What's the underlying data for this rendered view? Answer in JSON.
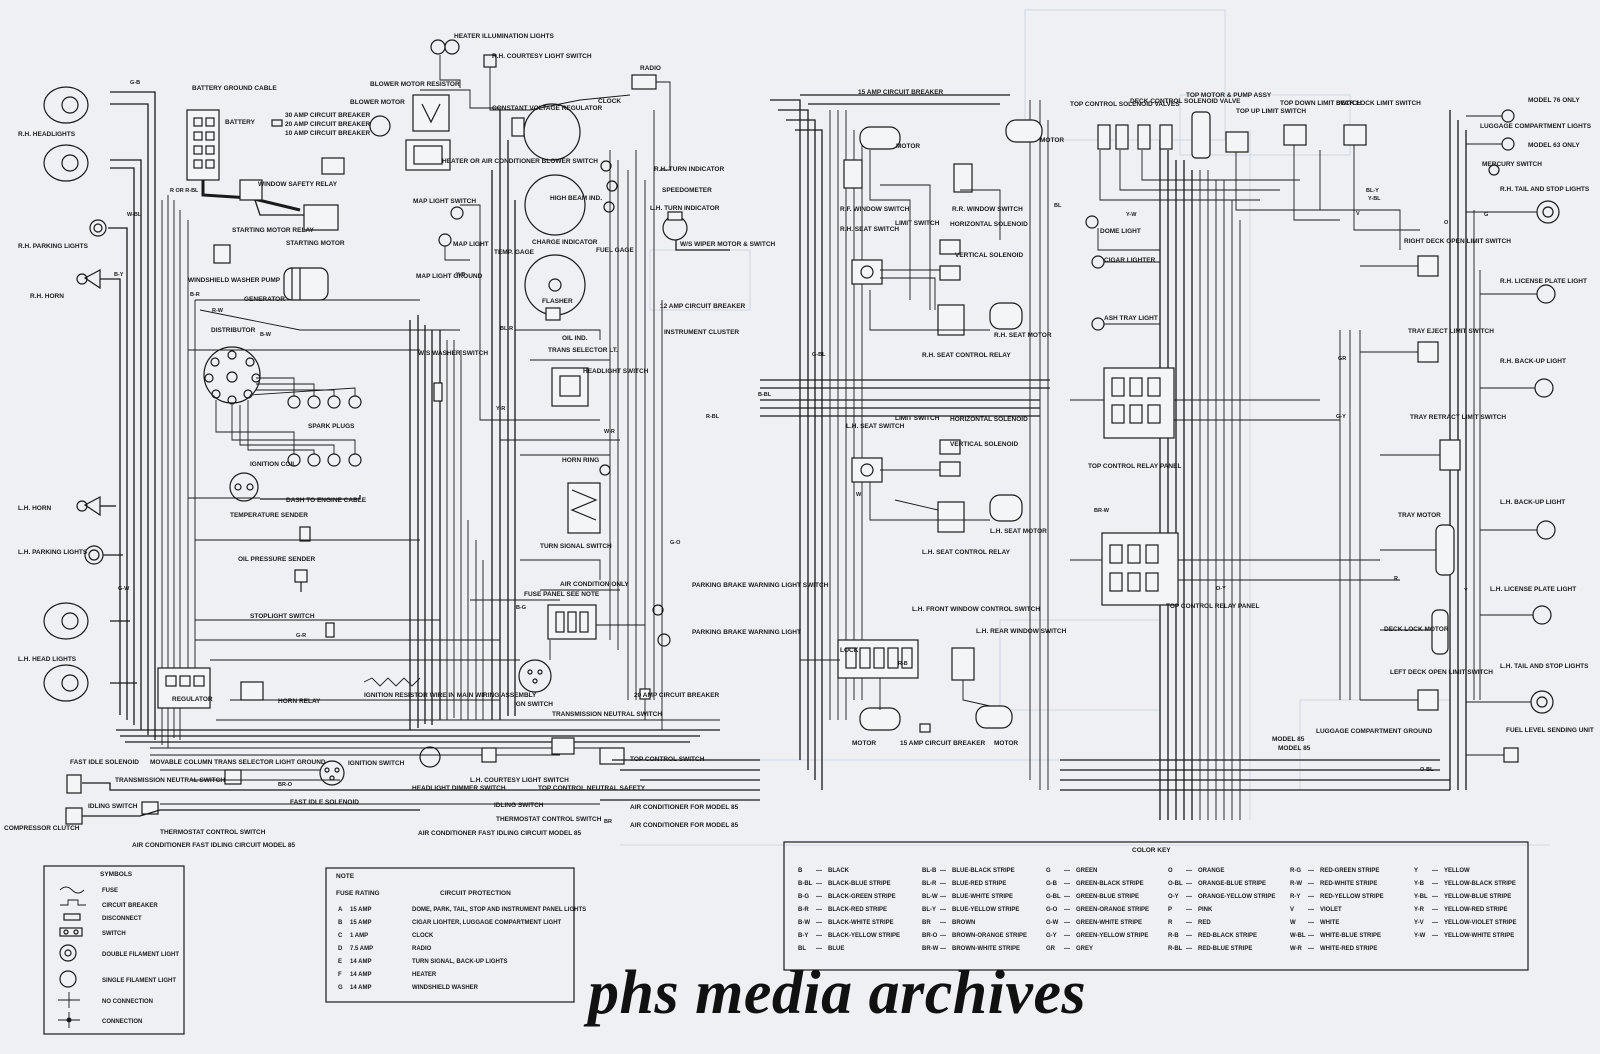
{
  "watermark": "phs media archives",
  "labels": {
    "heater_illum": "HEATER ILLUMINATION LIGHTS",
    "rh_courtesy": "R.H. COURTESY LIGHT SWITCH",
    "radio": "RADIO",
    "battery_ground": "BATTERY GROUND CABLE",
    "battery": "BATTERY",
    "blower_resistor": "BLOWER MOTOR RESISTOR",
    "blower_motor": "BLOWER MOTOR",
    "cb30": "30 AMP CIRCUIT BREAKER",
    "cb20": "20 AMP CIRCUIT BREAKER",
    "cb10": "10 AMP CIRCUIT BREAKER",
    "heater_ac_blower": "HEATER OR AIR CONDITIONER BLOWER SWITCH",
    "window_safety_relay": "WINDOW SAFETY RELAY",
    "starting_motor_relay": "STARTING MOTOR RELAY",
    "starting_motor": "STARTING MOTOR",
    "ws_washer_pump": "WINDSHIELD WASHER PUMP",
    "generator": "GENERATOR",
    "distributor": "DISTRIBUTOR",
    "spark_plugs": "SPARK PLUGS",
    "ignition_coil": "IGNITION COIL",
    "dash_engine": "DASH TO ENGINE CABLE",
    "temp_sender": "TEMPERATURE SENDER",
    "oil_sender": "OIL PRESSURE SENDER",
    "stoplight_switch": "STOPLIGHT SWITCH",
    "regulator": "REGULATOR",
    "horn_relay": "HORN RELAY",
    "ign_resistor": "IGNITION RESISTOR WIRE IN MAIN WIRING ASSEMBLY",
    "movable_column": "MOVABLE COLUMN TRANS SELECTOR LIGHT GROUND",
    "ignition_switch": "IGNITION SWITCH",
    "fast_idle_solenoid": "FAST IDLE SOLENOID",
    "trans_neutral_switch": "TRANSMISSION NEUTRAL SWITCH",
    "compressor_clutch": "COMPRESSOR CLUTCH",
    "idling_switch": "IDLING SWITCH",
    "thermostat_switch": "THERMOSTAT CONTROL SWITCH",
    "ac_fast_idle": "AIR CONDITIONER FAST IDLING CIRCUIT MODEL 85",
    "rh_headlights": "R.H. HEADLIGHTS",
    "rh_parking": "R.H. PARKING LIGHTS",
    "rh_horn": "R.H. HORN",
    "lh_horn": "L.H. HORN",
    "lh_parking": "L.H. PARKING LIGHTS",
    "lh_head": "L.H. HEAD LIGHTS",
    "constant_voltage": "CONSTANT VOLTAGE REGULATOR",
    "clock": "CLOCK",
    "rh_turn": "R.H. TURN INDICATOR",
    "speedometer": "SPEEDOMETER",
    "lh_turn": "L.H. TURN INDICATOR",
    "high_beam": "HIGH BEAM IND.",
    "charge_ind": "CHARGE INDICATOR",
    "temp_gage": "TEMP. GAGE",
    "fuel_gage": "FUEL GAGE",
    "flasher": "FLASHER",
    "oil_ind": "OIL IND.",
    "instrument_cluster": "INSTRUMENT CLUSTER",
    "cb12": "12 AMP CIRCUIT BREAKER",
    "ws_wiper": "W/S WIPER MOTOR & SWITCH",
    "map_light_switch": "MAP LIGHT SWITCH",
    "map_light": "MAP LIGHT",
    "map_light_ground": "MAP LIGHT GROUND",
    "ws_washer_switch": "W/S WASHER SWITCH",
    "trans_selector_lt": "TRANS SELECTOR LT.",
    "headlight_switch": "HEADLIGHT SWITCH",
    "horn_ring": "HORN RING",
    "turn_signal_switch": "TURN SIGNAL SWITCH",
    "ac_only": "AIR CONDITION ONLY",
    "fuse_panel": "FUSE PANEL SEE NOTE",
    "parking_brake_switch": "PARKING BRAKE WARNING LIGHT SWITCH",
    "parking_brake_light": "PARKING BRAKE WARNING LIGHT",
    "ign_switch_c": "IGN SWITCH",
    "trans_neutral_c": "TRANSMISSION NEUTRAL SWITCH",
    "cb20b": "20 AMP CIRCUIT BREAKER",
    "headlight_dimmer": "HEADLIGHT DIMMER SWITCH",
    "lh_courtesy": "L.H. COURTESY LIGHT SWITCH",
    "top_control_neutral": "TOP CONTROL NEUTRAL SAFETY",
    "idling_switch2": "IDLING SWITCH",
    "thermostat_switch2": "THERMOSTAT CONTROL SWITCH",
    "ac_fast_idle2": "AIR CONDITIONER FAST IDLING CIRCUIT MODEL 85",
    "top_control_switch": "TOP CONTROL SWITCH",
    "ac_model85_a": "AIR CONDITIONER FOR MODEL 85",
    "ac_model85_b": "AIR CONDITIONER FOR MODEL 85",
    "cb15": "15 AMP CIRCUIT BREAKER",
    "motor1": "MOTOR",
    "rf_window": "R.F. WINDOW SWITCH",
    "rr_window": "R.R. WINDOW SWITCH",
    "motor2": "MOTOR",
    "limit_switch1": "LIMIT SWITCH",
    "horiz_solenoid1": "HORIZONTAL SOLENOID",
    "vert_solenoid1": "VERTICAL SOLENOID",
    "rh_seat_switch": "R.H. SEAT SWITCH",
    "rh_seat_motor": "R.H. SEAT MOTOR",
    "rh_seat_relay": "R.H. SEAT CONTROL RELAY",
    "limit_switch2": "LIMIT SWITCH",
    "lh_seat_switch": "L.H. SEAT SWITCH",
    "horiz_solenoid2": "HORIZONTAL SOLENOID",
    "vert_solenoid2": "VERTICAL SOLENOID",
    "lh_seat_motor": "L.H. SEAT MOTOR",
    "lh_seat_relay": "L.H. SEAT CONTROL RELAY",
    "lh_front_window": "L.H. FRONT WINDOW CONTROL SWITCH",
    "lh_rear_window": "L.H. REAR WINDOW SWITCH",
    "lock": "LOCK",
    "motor3": "MOTOR",
    "cb15b": "15 AMP CIRCUIT BREAKER",
    "motor4": "MOTOR",
    "top_control_valves": "TOP CONTROL SOLENOID VALVES",
    "deck_control": "DECK CONTROL SOLENOID VALVE",
    "top_motor_pump": "TOP MOTOR & PUMP ASSY",
    "top_up_limit": "TOP UP LIMIT SWITCH",
    "top_down_limit": "TOP DOWN LIMIT SWITCH",
    "deck_lock_limit": "DECK LOCK LIMIT SWITCH",
    "dome_light": "DOME LIGHT",
    "cigar_lighter": "CIGAR LIGHTER",
    "ash_tray": "ASH TRAY LIGHT",
    "top_relay_panel1": "TOP CONTROL RELAY PANEL",
    "top_relay_panel2": "TOP CONTROL RELAY PANEL",
    "model_76": "MODEL 76 ONLY",
    "model_63": "MODEL 63 ONLY",
    "luggage_lights": "LUGGAGE COMPARTMENT LIGHTS",
    "mercury_switch": "MERCURY SWITCH",
    "rh_tail": "R.H. TAIL AND STOP LIGHTS",
    "right_deck_open": "RIGHT DECK OPEN LIMIT SWITCH",
    "rh_license": "R.H. LICENSE PLATE LIGHT",
    "tray_eject": "TRAY EJECT LIMIT SWITCH",
    "rh_backup": "R.H. BACK-UP LIGHT",
    "tray_retract": "TRAY RETRACT LIMIT SWITCH",
    "tray_motor": "TRAY MOTOR",
    "lh_backup": "L.H. BACK-UP LIGHT",
    "lh_license": "L.H. LICENSE PLATE LIGHT",
    "deck_lock_motor": "DECK LOCK MOTOR",
    "left_deck_open": "LEFT DECK OPEN LIMIT SWITCH",
    "lh_tail": "L.H. TAIL AND STOP LIGHTS",
    "fuel_sending": "FUEL LEVEL SENDING UNIT",
    "luggage_ground": "LUGGAGE COMPARTMENT GROUND",
    "model_85a": "MODEL 85",
    "model_85b": "MODEL 85"
  },
  "symbols_box": {
    "title": "SYMBOLS",
    "items": [
      "FUSE",
      "CIRCUIT BREAKER",
      "DISCONNECT",
      "SWITCH",
      "DOUBLE FILAMENT LIGHT",
      "SINGLE FILAMENT LIGHT",
      "NO CONNECTION",
      "CONNECTION"
    ]
  },
  "note_box": {
    "title": "NOTE",
    "col1": "FUSE RATING",
    "col2": "CIRCUIT PROTECTION",
    "rows": [
      {
        "id": "A",
        "rating": "15 AMP",
        "circuit": "DOME, PARK, TAIL, STOP AND INSTRUMENT PANEL LIGHTS"
      },
      {
        "id": "B",
        "rating": "15 AMP",
        "circuit": "CIGAR LIGHTER, LUGGAGE COMPARTMENT LIGHT"
      },
      {
        "id": "C",
        "rating": "1 AMP",
        "circuit": "CLOCK"
      },
      {
        "id": "D",
        "rating": "7.5 AMP",
        "circuit": "RADIO"
      },
      {
        "id": "E",
        "rating": "14 AMP",
        "circuit": "TURN SIGNAL, BACK-UP LIGHTS"
      },
      {
        "id": "F",
        "rating": "14 AMP",
        "circuit": "HEATER"
      },
      {
        "id": "G",
        "rating": "14 AMP",
        "circuit": "WINDSHIELD WASHER"
      }
    ]
  },
  "color_key": {
    "title": "COLOR KEY",
    "columns": [
      [
        [
          "B",
          "BLACK"
        ],
        [
          "B-BL",
          "BLACK-BLUE STRIPE"
        ],
        [
          "B-G",
          "BLACK-GREEN STRIPE"
        ],
        [
          "B-R",
          "BLACK-RED STRIPE"
        ],
        [
          "B-W",
          "BLACK-WHITE STRIPE"
        ],
        [
          "B-Y",
          "BLACK-YELLOW STRIPE"
        ],
        [
          "BL",
          "BLUE"
        ]
      ],
      [
        [
          "BL-B",
          "BLUE-BLACK STRIPE"
        ],
        [
          "BL-R",
          "BLUE-RED STRIPE"
        ],
        [
          "BL-W",
          "BLUE-WHITE STRIPE"
        ],
        [
          "BL-Y",
          "BLUE-YELLOW STRIPE"
        ],
        [
          "BR",
          "BROWN"
        ],
        [
          "BR-O",
          "BROWN-ORANGE STRIPE"
        ],
        [
          "BR-W",
          "BROWN-WHITE STRIPE"
        ]
      ],
      [
        [
          "G",
          "GREEN"
        ],
        [
          "G-B",
          "GREEN-BLACK STRIPE"
        ],
        [
          "G-BL",
          "GREEN-BLUE STRIPE"
        ],
        [
          "G-O",
          "GREEN-ORANGE STRIPE"
        ],
        [
          "G-W",
          "GREEN-WHITE STRIPE"
        ],
        [
          "G-Y",
          "GREEN-YELLOW STRIPE"
        ],
        [
          "GR",
          "GREY"
        ]
      ],
      [
        [
          "O",
          "ORANGE"
        ],
        [
          "O-BL",
          "ORANGE-BLUE STRIPE"
        ],
        [
          "O-Y",
          "ORANGE-YELLOW STRIPE"
        ],
        [
          "P",
          "PINK"
        ],
        [
          "R",
          "RED"
        ],
        [
          "R-B",
          "RED-BLACK STRIPE"
        ],
        [
          "R-BL",
          "RED-BLUE STRIPE"
        ]
      ],
      [
        [
          "R-G",
          "RED-GREEN STRIPE"
        ],
        [
          "R-W",
          "RED-WHITE STRIPE"
        ],
        [
          "R-Y",
          "RED-YELLOW STRIPE"
        ],
        [
          "V",
          "VIOLET"
        ],
        [
          "W",
          "WHITE"
        ],
        [
          "W-BL",
          "WHITE-BLUE STRIPE"
        ],
        [
          "W-R",
          "WHITE-RED STRIPE"
        ]
      ],
      [
        [
          "Y",
          "YELLOW"
        ],
        [
          "Y-B",
          "YELLOW-BLACK STRIPE"
        ],
        [
          "Y-BL",
          "YELLOW-BLUE STRIPE"
        ],
        [
          "Y-R",
          "YELLOW-RED STRIPE"
        ],
        [
          "Y-V",
          "YELLOW-VIOLET STRIPE"
        ],
        [
          "Y-W",
          "YELLOW-WHITE STRIPE"
        ]
      ]
    ]
  },
  "wire_codes": [
    "G-B",
    "R OR R-BL",
    "W-BL",
    "B-Y",
    "G-W",
    "B-R",
    "R-W",
    "B-W",
    "Y-B",
    "Y-R",
    "BL-R",
    "G-R",
    "B-BL",
    "R-BL",
    "BR-O",
    "W-R",
    "G-O",
    "O-BL",
    "BL-Y",
    "Y-W",
    "G-BL",
    "Y-BL",
    "R-B",
    "B-G",
    "G-Y",
    "BR-W",
    "O-Y",
    "BR",
    "GR",
    "BL",
    "W",
    "Y",
    "R",
    "G",
    "O",
    "V"
  ]
}
